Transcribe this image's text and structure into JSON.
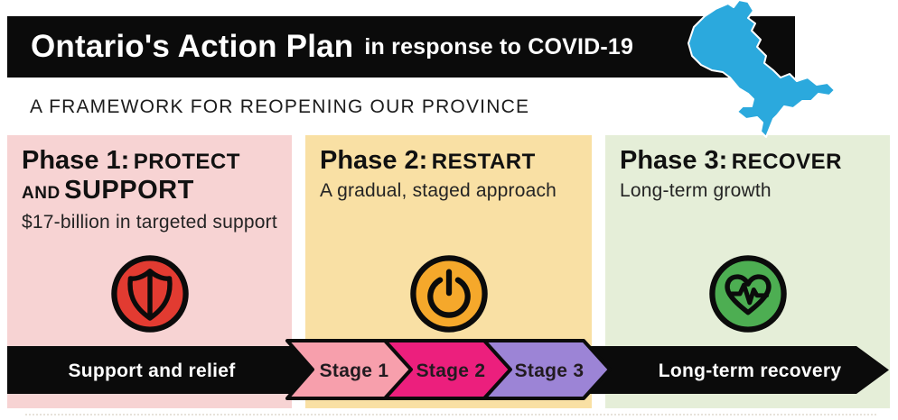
{
  "header": {
    "title": "Ontario's Action Plan",
    "subtitle": "in response to COVID-19",
    "bar_color": "#0b0b0b"
  },
  "tagline": "A FRAMEWORK FOR REOPENING OUR PROVINCE",
  "map": {
    "icon": "ontario-map",
    "color": "#2BA9DD"
  },
  "phases": [
    {
      "prefix": "Phase 1:",
      "caps": "PROTECT",
      "line2_small": "AND",
      "line2_caps": "SUPPORT",
      "subtitle": "$17-billion in targeted support",
      "bg": "#F7D3D3",
      "icon": "shield-icon",
      "icon_color": "#E23B31"
    },
    {
      "prefix": "Phase 2:",
      "caps": "RESTART",
      "subtitle": "A gradual, staged approach",
      "bg": "#F9E0A4",
      "icon": "power-icon",
      "icon_color": "#F5A82B"
    },
    {
      "prefix": "Phase 3:",
      "caps": "RECOVER",
      "subtitle": "Long-term growth",
      "bg": "#E5EED8",
      "icon": "heartbeat-icon",
      "icon_color": "#4DAE52"
    }
  ],
  "timeline": {
    "left_label": "Support and relief",
    "right_label": "Long-term recovery",
    "bar_color": "#0b0b0b",
    "stages": [
      {
        "label": "Stage 1",
        "color": "#F79FAC"
      },
      {
        "label": "Stage 2",
        "color": "#EC1F7D"
      },
      {
        "label": "Stage 3",
        "color": "#9C84D6"
      }
    ]
  }
}
